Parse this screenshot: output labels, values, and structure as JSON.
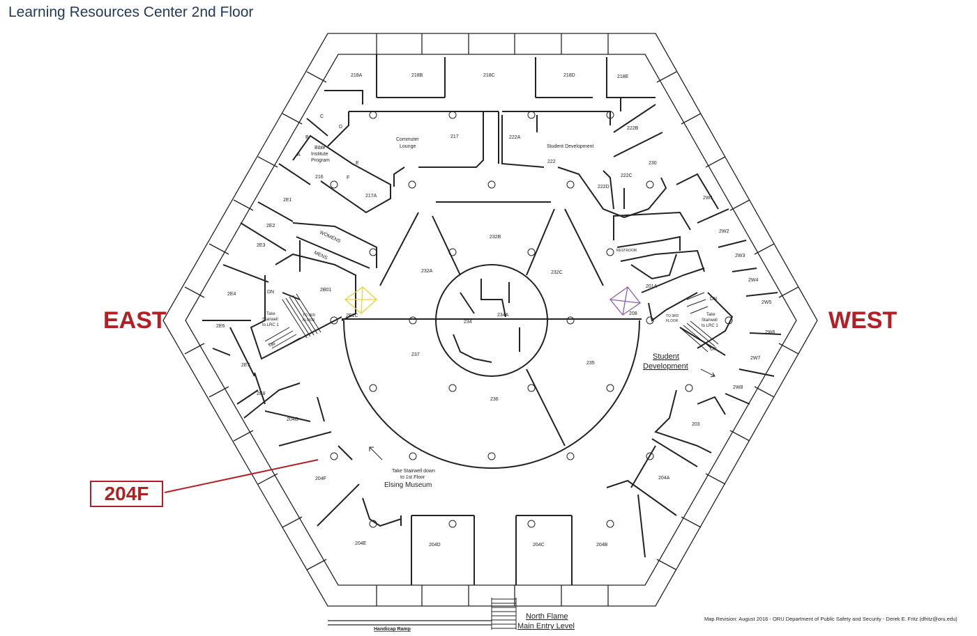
{
  "title": "Learning Resources Center 2nd Floor",
  "compass": {
    "east": "EAST",
    "west": "WEST",
    "color": "#b21f24"
  },
  "callout": {
    "label": "204F",
    "color": "#b21f24"
  },
  "footer": {
    "map_revision": "Map Revision: August 2016 - ORU Department of Public Safety and Security - Derek E. Fritz (dfritz@oru.edu)",
    "north_flame": "North Flame",
    "main_entry": "Main Entry Level",
    "handicap_ramp": "Handicap Ramp"
  },
  "rooms": {
    "r218a": "218A",
    "r218b": "218B",
    "r218c": "218C",
    "r218d": "218D",
    "r218e": "218E",
    "r217": "217",
    "r217a": "217A",
    "r216": "216",
    "commuter1": "Commuter",
    "commuter2": "Lounge",
    "bible1": "Bible",
    "bible2": "Institute",
    "bible3": "Program",
    "ra": "A",
    "rb": "B",
    "rc": "C",
    "rd": "D",
    "re": "E",
    "rf": "F",
    "r222a": "222A",
    "r222": "222",
    "student_dev_top": "Student Development",
    "r222b": "222B",
    "r222c": "222C",
    "r222d": "222D",
    "r230": "230",
    "r2e1": "2E1",
    "r2e2": "2E2",
    "r2e3": "2E3",
    "r2e4": "2E4",
    "r2e6": "2E6",
    "r2e7": "2E7",
    "r2e8": "2E8",
    "womens": "WOMENS",
    "mens": "MENS",
    "r2b01": "2B01",
    "r2b1c": "2B1C",
    "r232a": "232A",
    "r232b": "232B",
    "r232c": "232C",
    "r234": "234",
    "r234a": "234A",
    "r237": "237",
    "r235": "235",
    "r236": "236",
    "r201a": "201A",
    "r208": "208",
    "restroom": "RESTROOM",
    "r2w1": "2W1",
    "r2w2": "2W2",
    "r2w3": "2W3",
    "r2w4": "2W4",
    "r2w5": "2W5",
    "r2w6": "2W6",
    "r2w7": "2W7",
    "r2w8": "2W8",
    "r203": "203",
    "r204a": "204A",
    "r204b": "204B",
    "r204c": "204C",
    "r204d": "204D",
    "r204e": "204E",
    "r204f": "204F",
    "r204g": "204G",
    "student_dev_1": "Student",
    "student_dev_2": "Development",
    "dn": "DN",
    "up": "UP",
    "take1": "Take",
    "take2": "Stairwell",
    "take3": "to LRC 1",
    "to3rd1": "TO 3RD",
    "to3rd2": "FLOOR",
    "museum1": "Take Stairwell down",
    "museum2": "to 1st Floor",
    "museum3": "Elsing Museum"
  }
}
